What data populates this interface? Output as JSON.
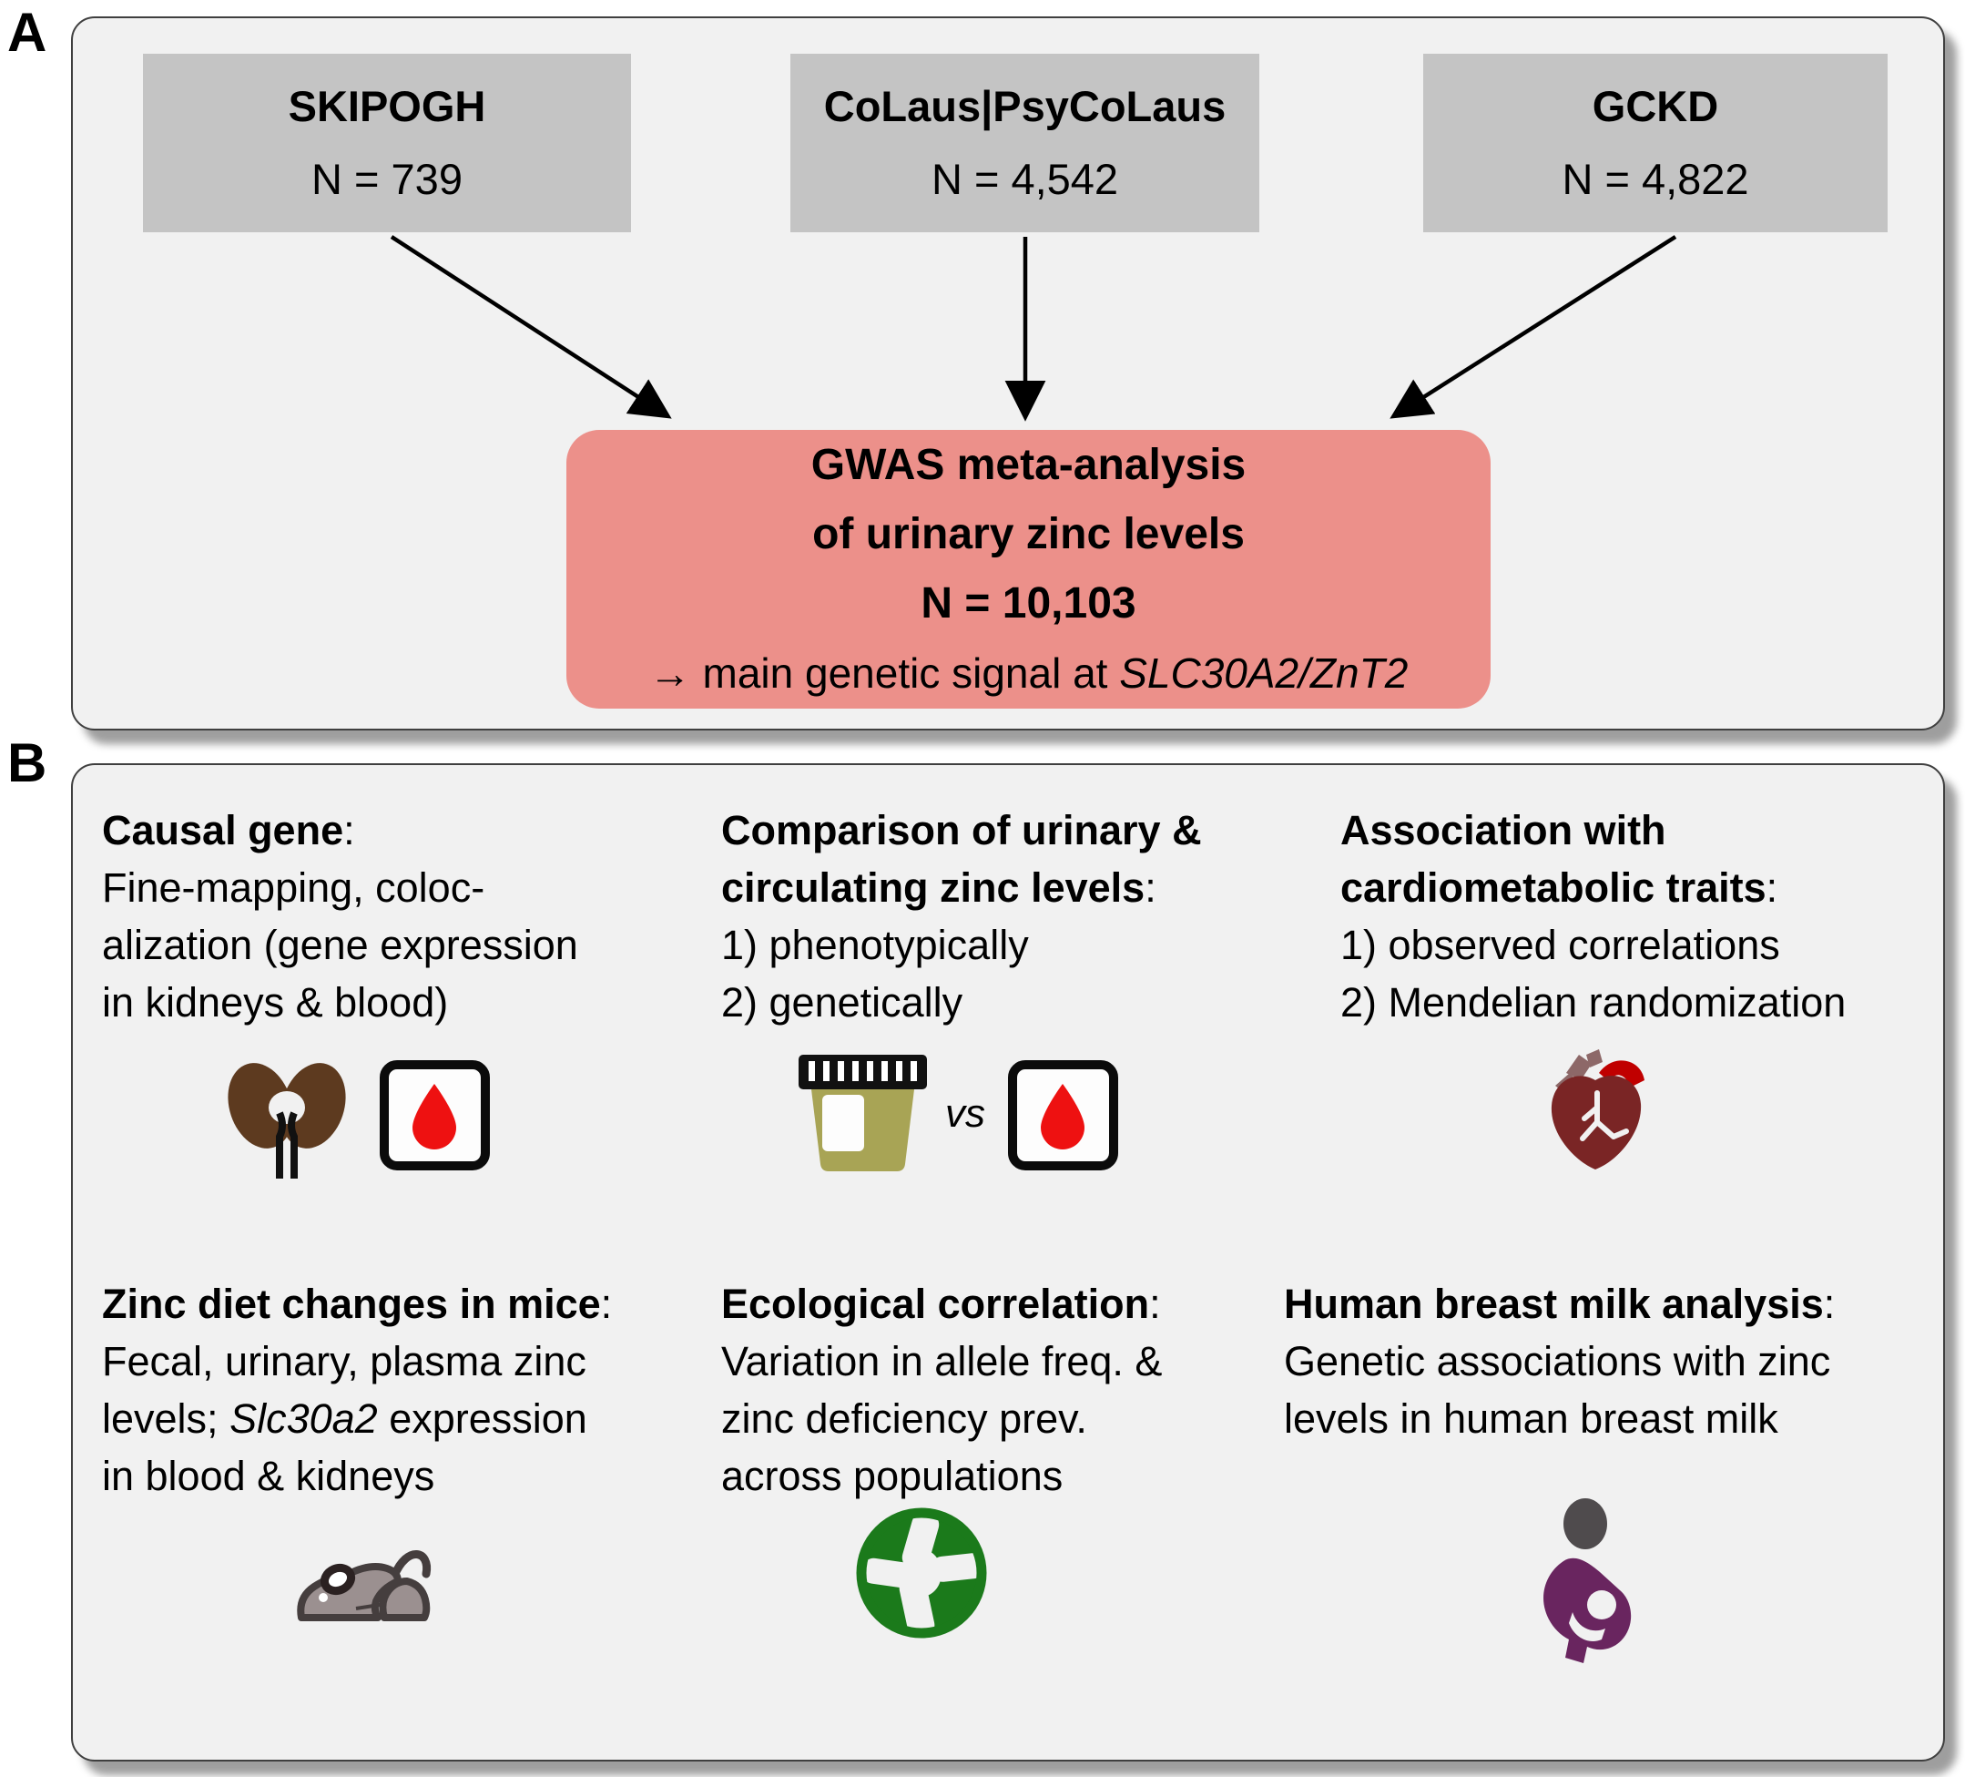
{
  "labels": {
    "panel_a": "A",
    "panel_b": "B"
  },
  "panel_a": {
    "cohorts": [
      {
        "name": "SKIPOGH",
        "n": "N = 739"
      },
      {
        "name": "CoLaus|PsyCoLaus",
        "n": "N = 4,542"
      },
      {
        "name": "GCKD",
        "n": "N = 4,822"
      }
    ],
    "meta_box": {
      "line1": "GWAS meta-analysis",
      "line2": "of urinary zinc levels",
      "line3": "N = 10,103",
      "line4_prefix": "→ main genetic signal at ",
      "line4_gene": "SLC30A2/ZnT2"
    }
  },
  "panel_b": {
    "cells": [
      {
        "title1": "Causal gene",
        "colon": ":",
        "line1": "Fine-mapping, coloc-",
        "line2": "alization (gene expression",
        "line3": "in kidneys & blood)",
        "icons": [
          "kidneys-icon",
          "blood-sample-icon"
        ]
      },
      {
        "title1": "Comparison of urinary &",
        "title2": "circulating zinc levels",
        "colon": ":",
        "line1": "1) phenotypically",
        "line2": "2) genetically",
        "vs_label": "vs",
        "icons": [
          "urine-cup-icon",
          "blood-sample-icon"
        ]
      },
      {
        "title1": "Association with",
        "title2": "cardiometabolic traits",
        "colon": ":",
        "line1": "1) observed correlations",
        "line2": "2) Mendelian randomization",
        "icons": [
          "heart-icon"
        ]
      },
      {
        "title1": "Zinc diet changes in mice",
        "colon": ":",
        "line1": "Fecal, urinary, plasma zinc",
        "line2_pre": "levels; ",
        "line2_gene": "Slc30a2",
        "line2_post": " expression",
        "line3": "in blood & kidneys",
        "icons": [
          "mouse-icon"
        ]
      },
      {
        "title1": "Ecological correlation",
        "colon": ":",
        "line1": "Variation in allele freq. &",
        "line2": "zinc deficiency prev.",
        "line3": "across populations",
        "icons": [
          "globe-icon"
        ]
      },
      {
        "title1": "Human breast milk analysis",
        "colon": ":",
        "line1": "Genetic associations with zinc",
        "line2": "levels in human breast milk",
        "icons": [
          "breastfeeding-icon"
        ]
      }
    ]
  },
  "colors": {
    "panel_background": "#f1f1f1",
    "cohort_box_gray": "#c4c4c4",
    "meta_box_pink": "#ec908a",
    "kidney_brown": "#5d3a1f",
    "blood_red": "#ee1111",
    "urine_olive": "#a8a455",
    "heart_maroon": "#7a2525",
    "aorta_red": "#c00000",
    "vessel_gray": "#8d6868",
    "globe_green": "#1b7a1b",
    "mouse_gray": "#9b9090",
    "mouse_outline": "#453e3e",
    "breastfeeding_purple": "#69255f",
    "head_gray": "#4f4b4d"
  }
}
